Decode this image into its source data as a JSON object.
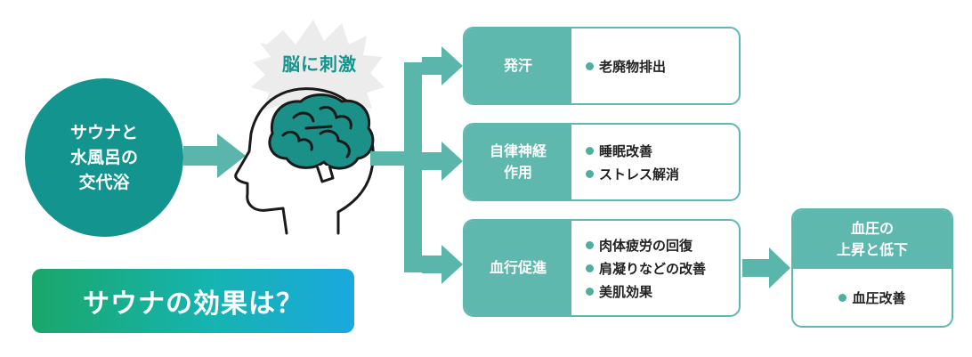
{
  "start": {
    "lines": [
      "サウナと",
      "水風呂の",
      "交代浴"
    ]
  },
  "burst_label": "脳に刺激",
  "effects": [
    {
      "title_lines": [
        "発汗"
      ],
      "items": [
        "老廃物排出"
      ]
    },
    {
      "title_lines": [
        "自律神経",
        "作用"
      ],
      "items": [
        "睡眠改善",
        "ストレス解消"
      ]
    },
    {
      "title_lines": [
        "血行促進"
      ],
      "items": [
        "肉体疲労の回復",
        "肩凝りなどの改善",
        "美肌効果"
      ]
    }
  ],
  "result": {
    "title_lines": [
      "血圧の",
      "上昇と低下"
    ],
    "items": [
      "血圧改善"
    ]
  },
  "banner": "サウナの効果は？",
  "colors": {
    "dark_teal": "#14948e",
    "card_teal": "#5fb8ae",
    "arrow_teal": "#5ab5aa",
    "brain_fill": "#1a9088"
  },
  "icons": [
    "head-profile-icon",
    "brain-icon",
    "burst-icon"
  ]
}
